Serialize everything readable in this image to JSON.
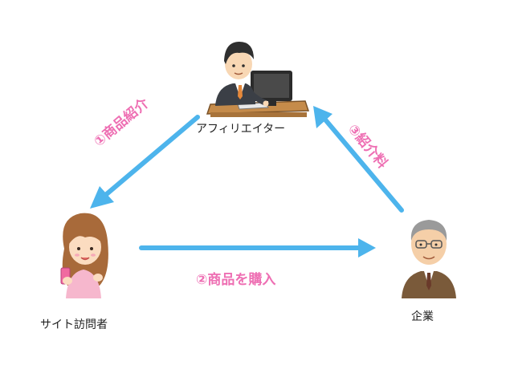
{
  "nodes": {
    "affiliate": {
      "label": "アフィリエイター",
      "icon": "affiliate-at-computer-icon"
    },
    "visitor": {
      "label": "サイト訪問者",
      "icon": "site-visitor-with-phone-icon"
    },
    "company": {
      "label": "企業",
      "icon": "company-executive-icon"
    }
  },
  "steps": {
    "step1": "①商品紹介",
    "step2": "②商品を購入",
    "step3": "③紹介料"
  },
  "colors": {
    "arrow": "#4db4ec",
    "step_text": "#ee6fb3",
    "label_text": "#222222"
  }
}
